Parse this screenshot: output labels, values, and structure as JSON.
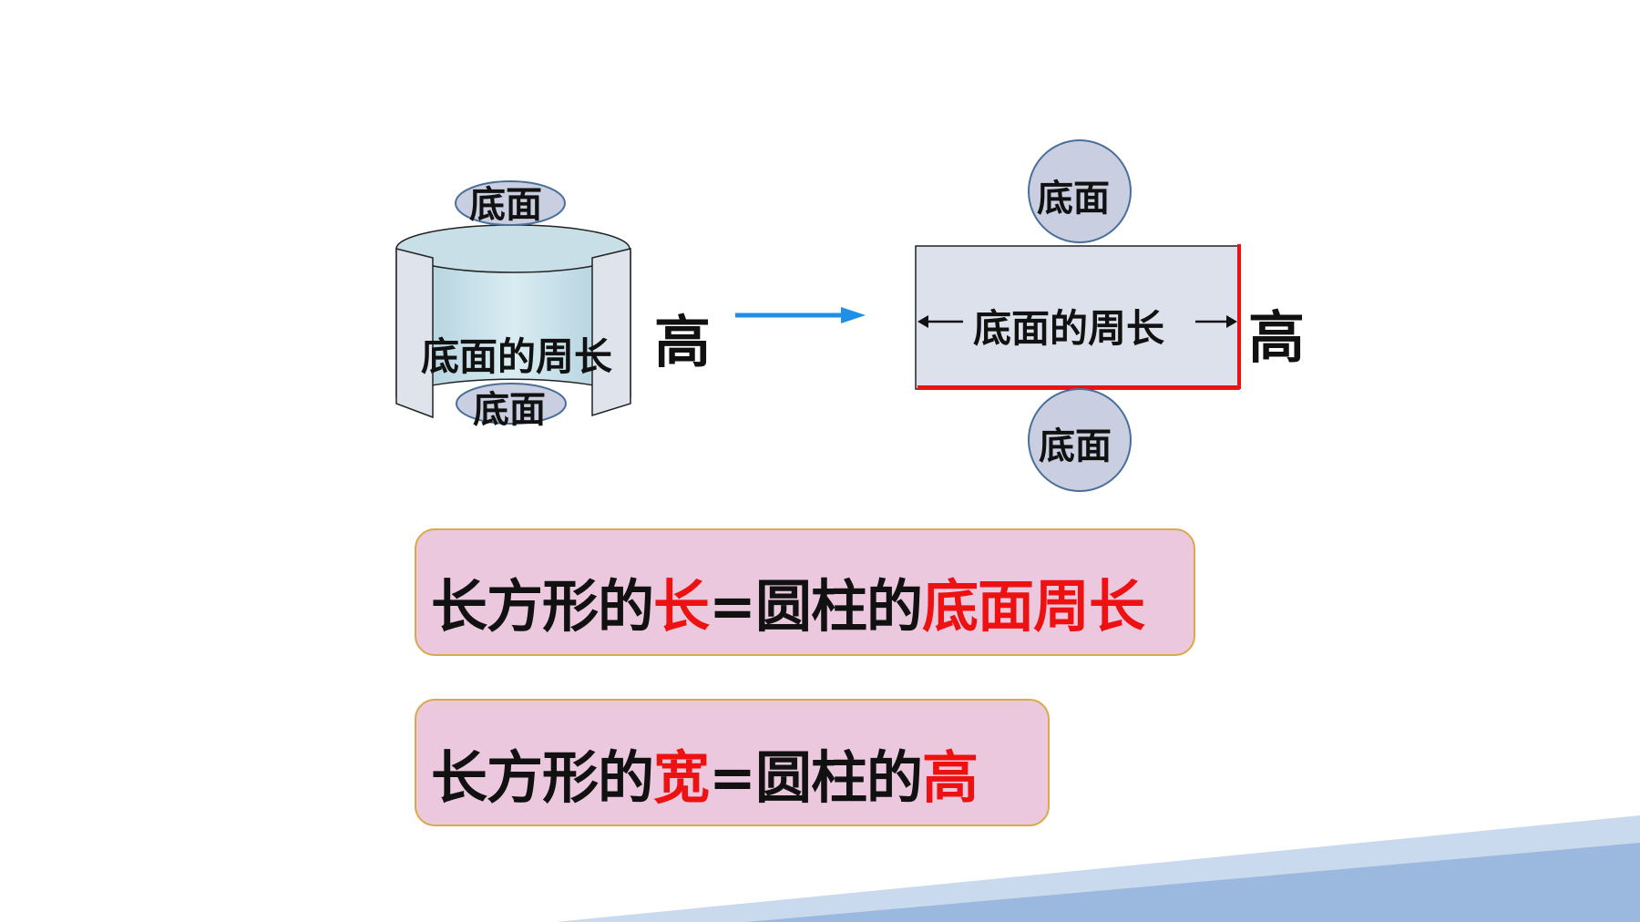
{
  "cylinder": {
    "top_label": "底面",
    "side_label": "底面的周长",
    "bottom_label": "底面",
    "height_label": "高"
  },
  "net": {
    "top_circle_label": "底面",
    "rect_label": "底面的周长",
    "bottom_circle_label": "底面",
    "height_label": "高"
  },
  "formulas": {
    "length": {
      "prefix": "长方形的",
      "highlight1": "长",
      "middle": "=圆柱的",
      "highlight2": "底面周长"
    },
    "width": {
      "prefix": "长方形的",
      "highlight1": "宽",
      "middle": "=圆柱的",
      "highlight2": "高"
    }
  },
  "colors": {
    "highlight": "#ee1111",
    "box_fill": "#ecc8df",
    "box_border": "#d9a94a",
    "circle_fill": "#c9cfe0",
    "arrow": "#1e90e8",
    "corner_band": "#a9c2e2"
  }
}
